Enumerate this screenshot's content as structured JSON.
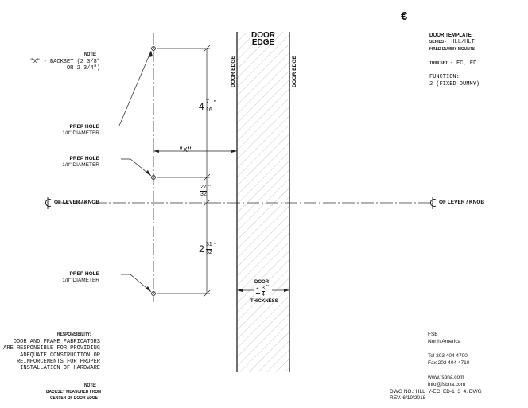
{
  "brand_symbol": "€",
  "title_block": {
    "title": "DOOR TEMPLATE",
    "series_label": "SERIES -",
    "series_value": "HLL/HLT",
    "series_sub": "FIXED DUMMY MOUNTS",
    "trim_label": "TRIM SET",
    "trim_value": "- EC, ED",
    "function_label": "FUNCTION:",
    "function_value": "2 (FIXED DUMMY)"
  },
  "note_backset": {
    "label": "NOTE:",
    "line1": "\"X\" - BACKSET (2 3/8\"",
    "line2": "OR 2 3/4\")"
  },
  "door_edge": {
    "header_line1": "DOOR",
    "header_line2": "EDGE",
    "side_label": "DOOR EDGE"
  },
  "prep_holes": [
    {
      "title": "PREP HOLE",
      "size": "1/8\" DIAMETER"
    },
    {
      "title": "PREP HOLE",
      "size": "1/8\" DIAMETER"
    },
    {
      "title": "PREP HOLE",
      "size": "1/8\" DIAMETER"
    }
  ],
  "dimensions": {
    "backset": "\"X\"",
    "upper_whole": "4",
    "upper_num": "7",
    "upper_den": "16",
    "mid_num": "27",
    "mid_den": "32",
    "lower_whole": "2",
    "lower_num": "31",
    "lower_den": "32",
    "inch": "\""
  },
  "centerline": {
    "left_label": "OF LEVER / KNOB",
    "right_label": "OF LEVER / KNOB"
  },
  "thickness": {
    "top": "DOOR",
    "whole": "1",
    "num": "3",
    "den": "4",
    "bottom": "THICKNESS"
  },
  "responsibility": {
    "label": "RESPONSIBILITY:",
    "lines": [
      "DOOR AND FRAME FABRICATORS",
      "ARE RESPONSIBLE FOR PROVIDING",
      "ADEQUATE CONSTRUCTION OR",
      "REINFORCEMENTS FOR PROPER",
      "INSTALLATION OF HARDWARE"
    ]
  },
  "note_backset_measure": {
    "label": "NOTE:",
    "line1": "BACKSET MEASURED FROM",
    "line2": "CENTER OF DOOR EDGE"
  },
  "company": {
    "name": "FSB",
    "region": "North America",
    "tel": "Tel 203 404 4700",
    "fax": "Fax 203 404 4710",
    "web": "www.fsbna.com",
    "email": "info@fsbna.com",
    "dwg": "DWG NO.: HLL_Y-EC_ED-1_3_4. DWG",
    "rev": "REV. 6/19/2018"
  }
}
